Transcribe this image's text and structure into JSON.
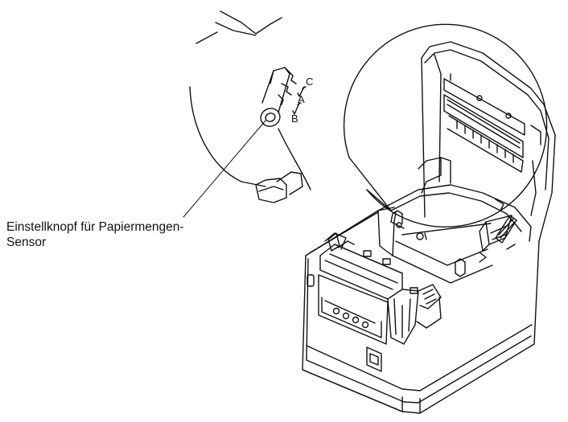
{
  "callout": {
    "line1": "Einstellknopf für Papiermengen-",
    "line2": "Sensor"
  },
  "positions": [
    "C",
    "A",
    "B"
  ],
  "colors": {
    "stroke": "#111111",
    "background": "#ffffff"
  }
}
